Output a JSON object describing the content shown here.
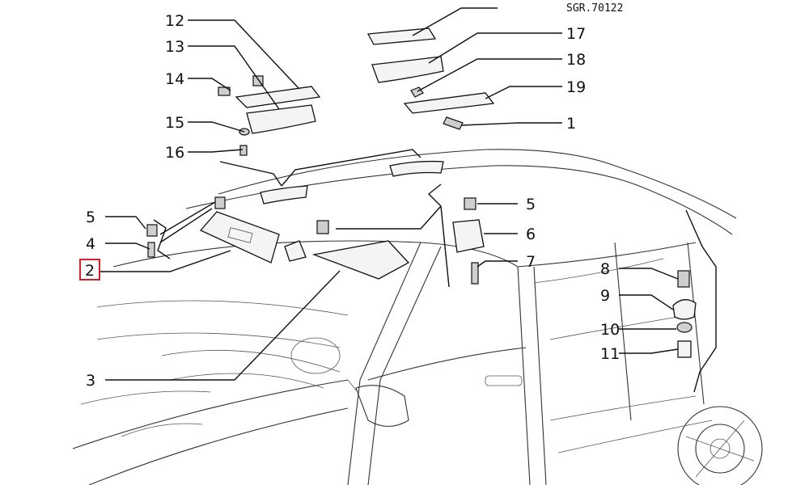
{
  "diagram": {
    "reference_code": "SGR.70122",
    "highlighted_label": "2",
    "highlight_color": "#d2202a",
    "labels": {
      "l1": "1",
      "l2": "2",
      "l3": "3",
      "l4": "4",
      "l5a": "5",
      "l5b": "5",
      "l6": "6",
      "l7": "7",
      "l8": "8",
      "l9": "9",
      "l10": "10",
      "l11": "11",
      "l12": "12",
      "l13": "13",
      "l14": "14",
      "l15": "15",
      "l16": "16",
      "l17": "17",
      "l18": "18",
      "l19": "19"
    }
  }
}
